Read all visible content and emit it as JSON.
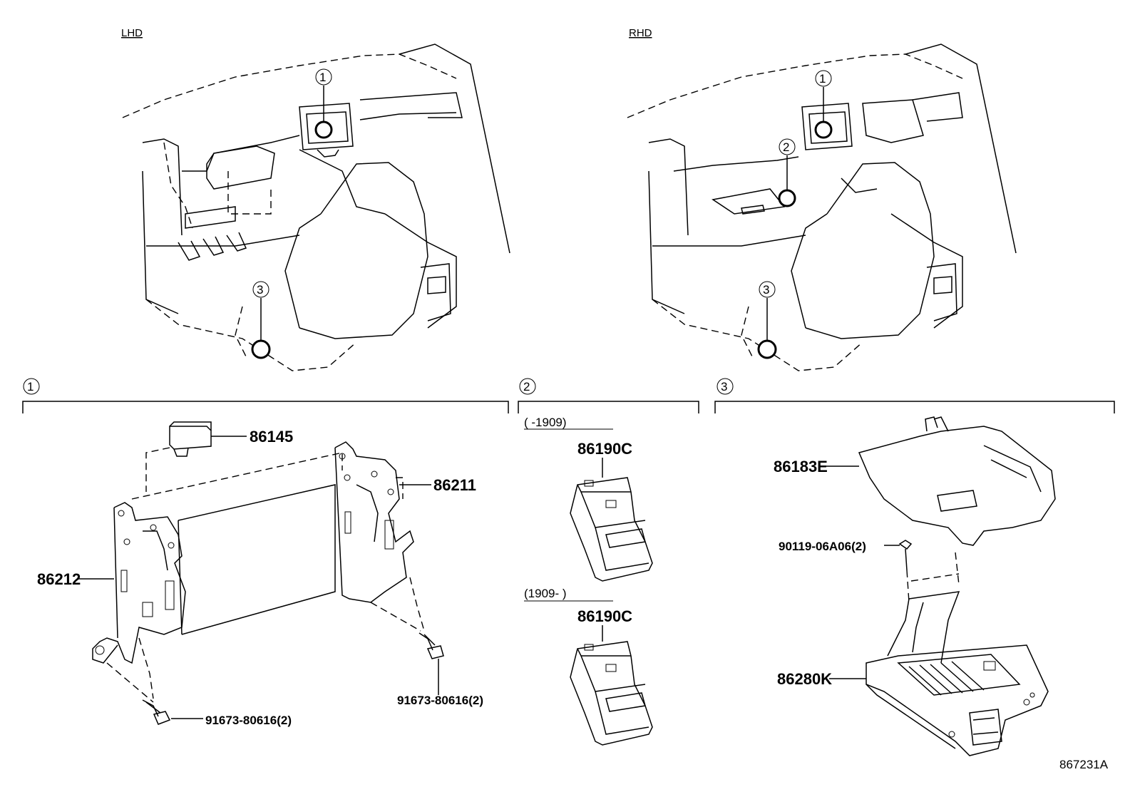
{
  "figure_id": "867231A",
  "views": {
    "lhd": {
      "label": "LHD",
      "callouts": [
        "1",
        "3"
      ]
    },
    "rhd": {
      "label": "RHD",
      "callouts": [
        "1",
        "2",
        "3"
      ]
    }
  },
  "groups": [
    {
      "number": "1",
      "parts": [
        {
          "part_no": "86145"
        },
        {
          "part_no": "86211"
        },
        {
          "part_no": "86212"
        },
        {
          "part_no": "91673-80616(2)"
        },
        {
          "part_no": "91673-80616(2)"
        }
      ]
    },
    {
      "number": "2",
      "parts": [
        {
          "part_no": "86190C",
          "date_range": "(        -1909)"
        },
        {
          "part_no": "86190C",
          "date_range": "(1909-          )"
        }
      ]
    },
    {
      "number": "3",
      "parts": [
        {
          "part_no": "86183E"
        },
        {
          "part_no": "90119-06A06(2)"
        },
        {
          "part_no": "86280K"
        }
      ]
    }
  ]
}
